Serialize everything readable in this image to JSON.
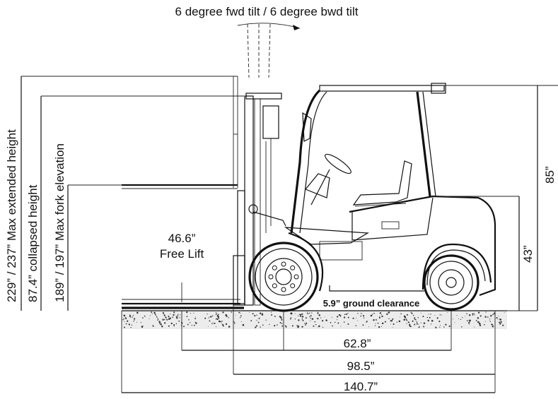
{
  "labels": {
    "tilt": "6 degree fwd tilt / 6 degree bwd tilt",
    "max_extended_height": "229” / 237” Max extended height",
    "collapsed_height": "87.4” collapsed height",
    "max_fork_elevation": "189” / 197” Max fork elevation",
    "free_lift_value": "46.6”",
    "free_lift_label": "Free Lift",
    "overhead_guard_height": "85”",
    "seat_height": "43”",
    "ground_clearance": "5.9” ground clearance",
    "wheelbase": "62.8”",
    "length_to_fork_face": "98.5”",
    "overall_length": "140.7”"
  }
}
